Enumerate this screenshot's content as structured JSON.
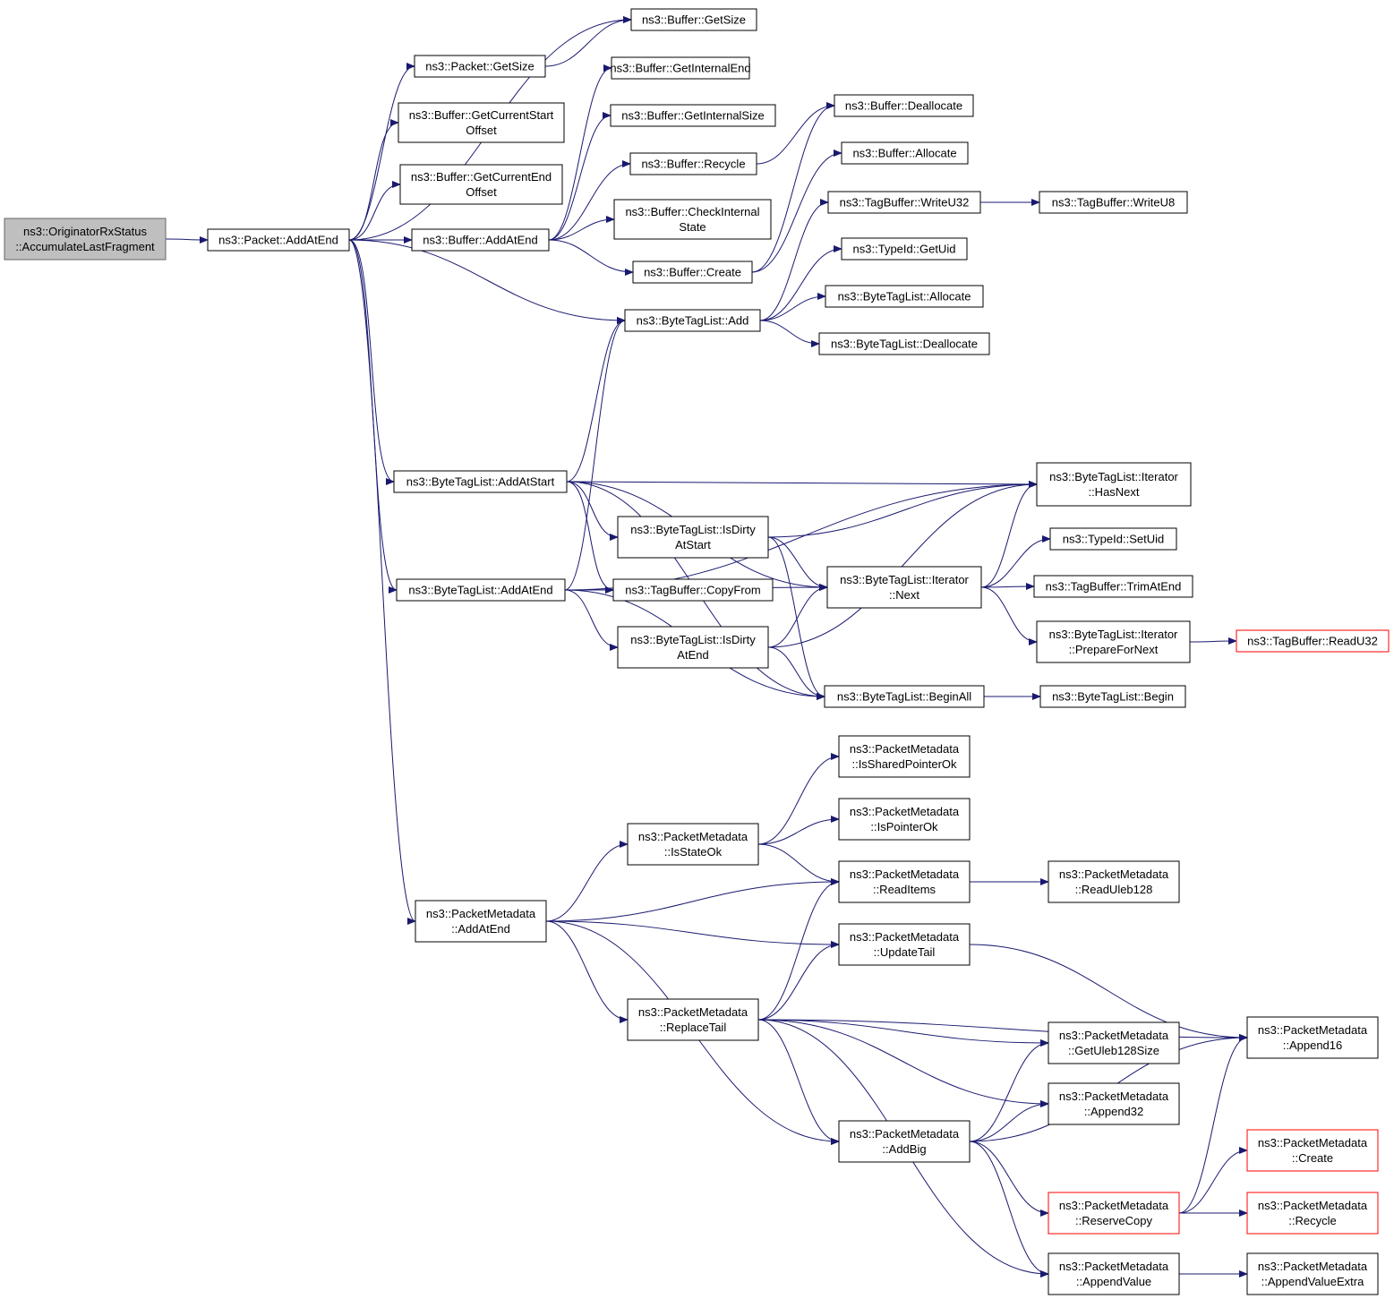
{
  "colors": {
    "edge": "#191970",
    "node_border": "#000000",
    "node_fill": "#ffffff",
    "root_fill": "#bfbfbf",
    "root_border": "#666666",
    "truncated_border": "#ff0000"
  },
  "nodes": [
    {
      "id": "n0",
      "lines": [
        "ns3::OriginatorRxStatus",
        "::AccumulateLastFragment"
      ],
      "kind": "root"
    },
    {
      "id": "n1",
      "lines": [
        "ns3::Packet::AddAtEnd"
      ]
    },
    {
      "id": "n2",
      "lines": [
        "ns3::Buffer::GetSize"
      ]
    },
    {
      "id": "n3",
      "lines": [
        "ns3::Packet::GetSize"
      ]
    },
    {
      "id": "n4",
      "lines": [
        "ns3::Buffer::GetCurrentStart",
        "Offset"
      ]
    },
    {
      "id": "n5",
      "lines": [
        "ns3::Buffer::GetCurrentEnd",
        "Offset"
      ]
    },
    {
      "id": "n6",
      "lines": [
        "ns3::Buffer::AddAtEnd"
      ]
    },
    {
      "id": "n7",
      "lines": [
        "ns3::Buffer::GetInternalEnd"
      ]
    },
    {
      "id": "n8",
      "lines": [
        "ns3::Buffer::GetInternalSize"
      ]
    },
    {
      "id": "n9",
      "lines": [
        "ns3::Buffer::Recycle"
      ]
    },
    {
      "id": "n10",
      "lines": [
        "ns3::Buffer::CheckInternal",
        "State"
      ]
    },
    {
      "id": "n11",
      "lines": [
        "ns3::Buffer::Create"
      ]
    },
    {
      "id": "n12",
      "lines": [
        "ns3::Buffer::Deallocate"
      ]
    },
    {
      "id": "n13",
      "lines": [
        "ns3::Buffer::Allocate"
      ]
    },
    {
      "id": "n14",
      "lines": [
        "ns3::TagBuffer::WriteU32"
      ]
    },
    {
      "id": "n15",
      "lines": [
        "ns3::TagBuffer::WriteU8"
      ]
    },
    {
      "id": "n16",
      "lines": [
        "ns3::TypeId::GetUid"
      ]
    },
    {
      "id": "n17",
      "lines": [
        "ns3::ByteTagList::Add"
      ]
    },
    {
      "id": "n18",
      "lines": [
        "ns3::ByteTagList::Allocate"
      ]
    },
    {
      "id": "n19",
      "lines": [
        "ns3::ByteTagList::Deallocate"
      ]
    },
    {
      "id": "n20",
      "lines": [
        "ns3::ByteTagList::AddAtStart"
      ]
    },
    {
      "id": "n21",
      "lines": [
        "ns3::ByteTagList::Iterator",
        "::HasNext"
      ]
    },
    {
      "id": "n22",
      "lines": [
        "ns3::ByteTagList::IsDirty",
        "AtStart"
      ]
    },
    {
      "id": "n23",
      "lines": [
        "ns3::TypeId::SetUid"
      ]
    },
    {
      "id": "n24",
      "lines": [
        "ns3::ByteTagList::Iterator",
        "::Next"
      ]
    },
    {
      "id": "n25",
      "lines": [
        "ns3::TagBuffer::TrimAtEnd"
      ]
    },
    {
      "id": "n26",
      "lines": [
        "ns3::ByteTagList::AddAtEnd"
      ]
    },
    {
      "id": "n27",
      "lines": [
        "ns3::TagBuffer::CopyFrom"
      ]
    },
    {
      "id": "n28",
      "lines": [
        "ns3::ByteTagList::IsDirty",
        "AtEnd"
      ]
    },
    {
      "id": "n29",
      "lines": [
        "ns3::ByteTagList::Iterator",
        "::PrepareForNext"
      ]
    },
    {
      "id": "n30",
      "lines": [
        "ns3::TagBuffer::ReadU32"
      ],
      "kind": "truncated"
    },
    {
      "id": "n31",
      "lines": [
        "ns3::ByteTagList::BeginAll"
      ]
    },
    {
      "id": "n32",
      "lines": [
        "ns3::ByteTagList::Begin"
      ]
    },
    {
      "id": "n33",
      "lines": [
        "ns3::PacketMetadata",
        "::IsSharedPointerOk"
      ]
    },
    {
      "id": "n34",
      "lines": [
        "ns3::PacketMetadata",
        "::IsPointerOk"
      ]
    },
    {
      "id": "n35",
      "lines": [
        "ns3::PacketMetadata",
        "::IsStateOk"
      ]
    },
    {
      "id": "n36",
      "lines": [
        "ns3::PacketMetadata",
        "::ReadItems"
      ]
    },
    {
      "id": "n37",
      "lines": [
        "ns3::PacketMetadata",
        "::ReadUleb128"
      ]
    },
    {
      "id": "n38",
      "lines": [
        "ns3::PacketMetadata",
        "::AddAtEnd"
      ]
    },
    {
      "id": "n39",
      "lines": [
        "ns3::PacketMetadata",
        "::UpdateTail"
      ]
    },
    {
      "id": "n40",
      "lines": [
        "ns3::PacketMetadata",
        "::ReplaceTail"
      ]
    },
    {
      "id": "n41",
      "lines": [
        "ns3::PacketMetadata",
        "::Append16"
      ]
    },
    {
      "id": "n42",
      "lines": [
        "ns3::PacketMetadata",
        "::GetUleb128Size"
      ]
    },
    {
      "id": "n43",
      "lines": [
        "ns3::PacketMetadata",
        "::Append32"
      ]
    },
    {
      "id": "n44",
      "lines": [
        "ns3::PacketMetadata",
        "::AddBig"
      ]
    },
    {
      "id": "n45",
      "lines": [
        "ns3::PacketMetadata",
        "::Create"
      ],
      "kind": "truncated"
    },
    {
      "id": "n46",
      "lines": [
        "ns3::PacketMetadata",
        "::ReserveCopy"
      ],
      "kind": "truncated"
    },
    {
      "id": "n47",
      "lines": [
        "ns3::PacketMetadata",
        "::Recycle"
      ],
      "kind": "truncated"
    },
    {
      "id": "n48",
      "lines": [
        "ns3::PacketMetadata",
        "::AppendValue"
      ]
    },
    {
      "id": "n49",
      "lines": [
        "ns3::PacketMetadata",
        "::AppendValueExtra"
      ]
    }
  ],
  "edges": [
    [
      "n0",
      "n1"
    ],
    [
      "n1",
      "n2"
    ],
    [
      "n1",
      "n3"
    ],
    [
      "n3",
      "n2"
    ],
    [
      "n1",
      "n4"
    ],
    [
      "n1",
      "n5"
    ],
    [
      "n1",
      "n6"
    ],
    [
      "n6",
      "n7"
    ],
    [
      "n6",
      "n8"
    ],
    [
      "n6",
      "n9"
    ],
    [
      "n6",
      "n10"
    ],
    [
      "n6",
      "n11"
    ],
    [
      "n9",
      "n12"
    ],
    [
      "n11",
      "n12"
    ],
    [
      "n11",
      "n13"
    ],
    [
      "n1",
      "n17"
    ],
    [
      "n17",
      "n14"
    ],
    [
      "n14",
      "n15"
    ],
    [
      "n17",
      "n16"
    ],
    [
      "n17",
      "n18"
    ],
    [
      "n17",
      "n19"
    ],
    [
      "n1",
      "n20"
    ],
    [
      "n20",
      "n17"
    ],
    [
      "n20",
      "n21"
    ],
    [
      "n20",
      "n22"
    ],
    [
      "n20",
      "n24"
    ],
    [
      "n20",
      "n27"
    ],
    [
      "n20",
      "n31"
    ],
    [
      "n22",
      "n21"
    ],
    [
      "n22",
      "n24"
    ],
    [
      "n22",
      "n31"
    ],
    [
      "n1",
      "n26"
    ],
    [
      "n26",
      "n17"
    ],
    [
      "n26",
      "n21"
    ],
    [
      "n26",
      "n27"
    ],
    [
      "n26",
      "n28"
    ],
    [
      "n26",
      "n24"
    ],
    [
      "n26",
      "n31"
    ],
    [
      "n28",
      "n21"
    ],
    [
      "n28",
      "n24"
    ],
    [
      "n28",
      "n31"
    ],
    [
      "n24",
      "n21"
    ],
    [
      "n24",
      "n23"
    ],
    [
      "n24",
      "n25"
    ],
    [
      "n24",
      "n29"
    ],
    [
      "n29",
      "n30"
    ],
    [
      "n31",
      "n32"
    ],
    [
      "n1",
      "n38"
    ],
    [
      "n38",
      "n35"
    ],
    [
      "n35",
      "n33"
    ],
    [
      "n35",
      "n34"
    ],
    [
      "n35",
      "n36"
    ],
    [
      "n36",
      "n37"
    ],
    [
      "n38",
      "n36"
    ],
    [
      "n38",
      "n39"
    ],
    [
      "n38",
      "n40"
    ],
    [
      "n38",
      "n44"
    ],
    [
      "n39",
      "n41"
    ],
    [
      "n40",
      "n36"
    ],
    [
      "n40",
      "n39"
    ],
    [
      "n40",
      "n41"
    ],
    [
      "n40",
      "n42"
    ],
    [
      "n40",
      "n43"
    ],
    [
      "n40",
      "n44"
    ],
    [
      "n40",
      "n48"
    ],
    [
      "n44",
      "n42"
    ],
    [
      "n44",
      "n43"
    ],
    [
      "n44",
      "n41"
    ],
    [
      "n44",
      "n46"
    ],
    [
      "n44",
      "n48"
    ],
    [
      "n46",
      "n41"
    ],
    [
      "n46",
      "n45"
    ],
    [
      "n46",
      "n47"
    ],
    [
      "n48",
      "n49"
    ]
  ]
}
